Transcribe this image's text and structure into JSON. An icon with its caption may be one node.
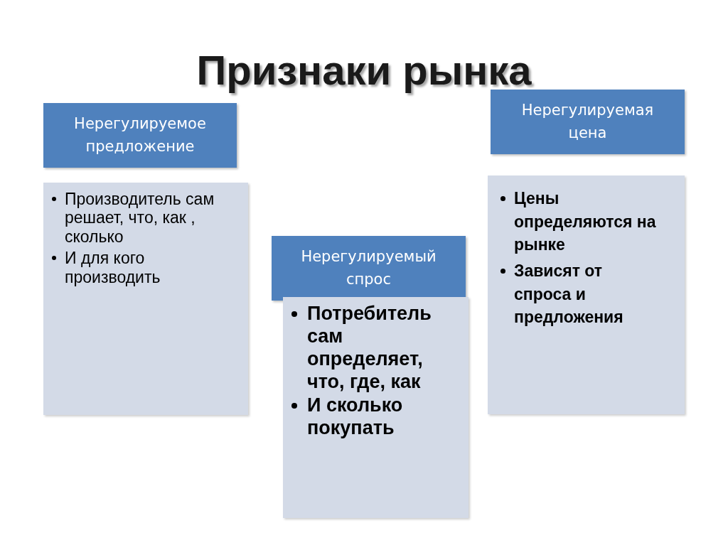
{
  "diagram": {
    "title": "Признаки рынка",
    "nodes": [
      {
        "text": [
          "Нерегулируемое предложение"
        ]
      },
      {
        "text": [
          "Производитель сам решает, что, как , сколько",
          "И для кого производить"
        ]
      },
      {
        "text": [
          "Нерегулируемый спрос"
        ]
      },
      {
        "text": [
          "Потребитель сам определяет, что, где, как",
          "И сколько покупать"
        ]
      },
      {
        "text": [
          "Нерегулируемая цена"
        ]
      },
      {
        "text": [
          "Цены определяются на рынке",
          "Зависят от спроса и предложения"
        ]
      }
    ]
  }
}
